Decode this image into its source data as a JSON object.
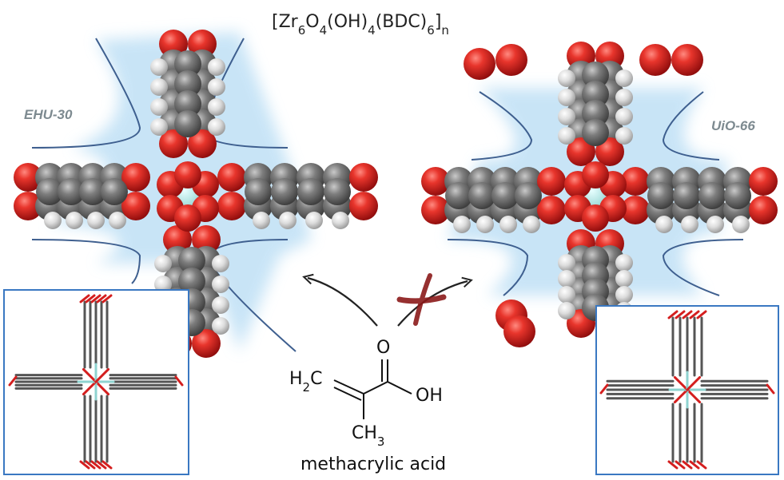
{
  "title": {
    "base_1": "[Zr",
    "sub_1": "6",
    "base_2": "O",
    "sub_2": "4",
    "base_3": "(OH)",
    "sub_3": "4",
    "base_4": "(BDC)",
    "sub_4": "6",
    "base_5": "]",
    "sub_5": "n"
  },
  "left_structure": {
    "label": "EHU-30"
  },
  "right_structure": {
    "label": "UiO-66"
  },
  "molecule": {
    "carbonyl_o": "O",
    "hydroxyl": "OH",
    "ch2_base": "H",
    "ch2_sub": "2",
    "ch2_c": "C",
    "methyl_base": "CH",
    "methyl_sub": "3",
    "name": "methacrylic acid"
  },
  "colors": {
    "oxygen": "#d41e1e",
    "carbon": "#6f6f6f",
    "hydrogen": "#d8d8d8",
    "zirconium": "#8fd3d0",
    "inset_border": "#3a78c2",
    "pore_outline": "#3e5f8f",
    "glow": "#a9d2ee",
    "cross_mark": "#8b1a1a",
    "label_gray": "#7d8a90"
  },
  "icons": [
    "reaction-arrow-icon",
    "blocked-cross-icon"
  ]
}
